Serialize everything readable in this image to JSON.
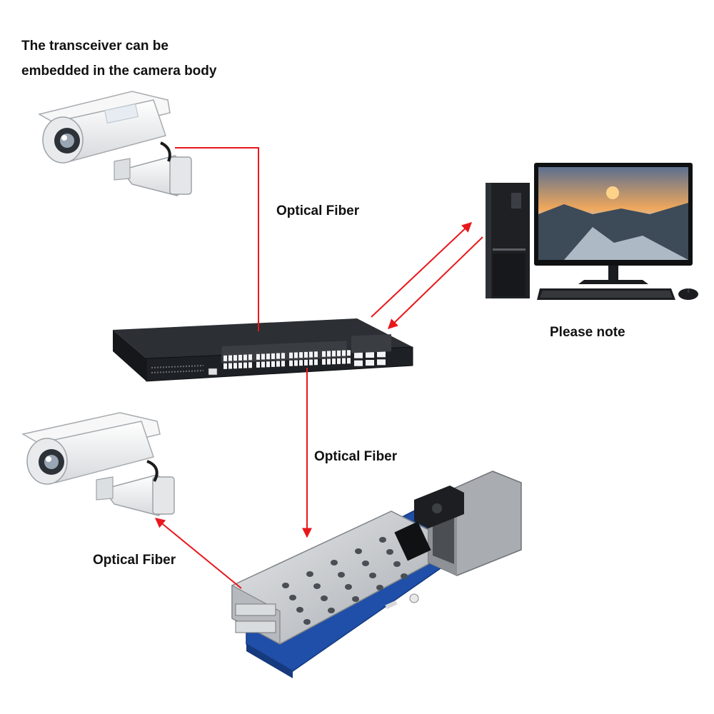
{
  "labels": {
    "note_line1": "The transceiver can be",
    "note_line2": "embedded in the camera body",
    "fiber_top": "Optical Fiber",
    "fiber_middle": "Optical Fiber",
    "fiber_bottom_left": "Optical Fiber",
    "please_note": "Please note"
  },
  "colors": {
    "link_line": "#e8171c",
    "switch_body": "#23262b",
    "module_pcb": "#1f4fa8",
    "module_metal": "#c9ccd0",
    "camera_body": "#f2f2f2"
  },
  "icons": {
    "camera_top": "cctv-camera-icon",
    "camera_bottom": "cctv-camera-icon",
    "switch": "network-switch-icon",
    "computer": "desktop-pc-icon",
    "module": "sfp-fiber-transceiver-icon"
  }
}
